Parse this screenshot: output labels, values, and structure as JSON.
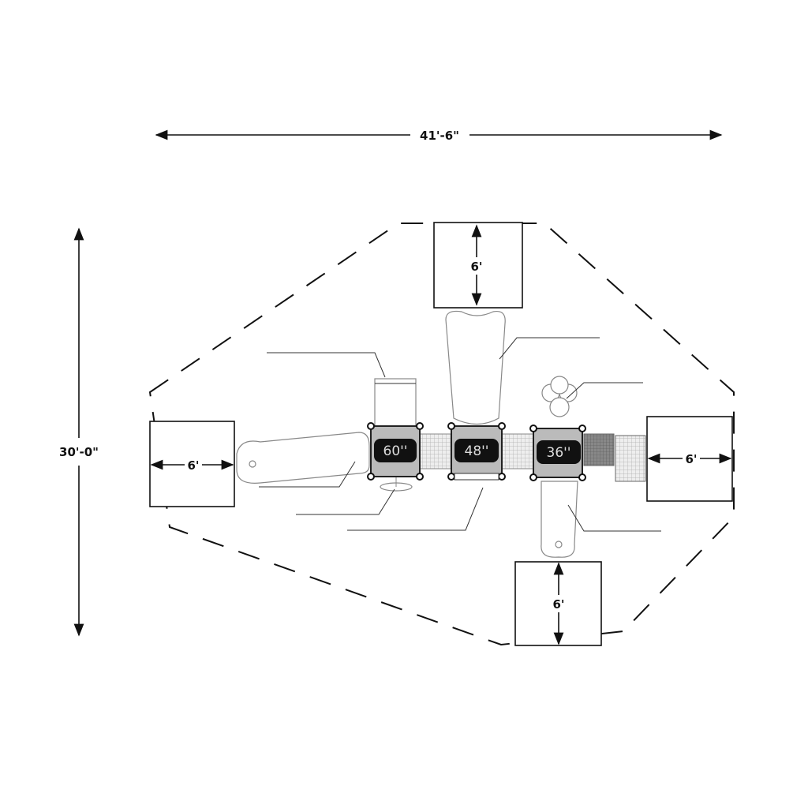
{
  "dimensions": {
    "overall_width": "41'-6\"",
    "overall_depth": "30'-0\""
  },
  "use_zones": [
    {
      "id": "top",
      "label": "6'"
    },
    {
      "id": "left",
      "label": "6'"
    },
    {
      "id": "right",
      "label": "6'"
    },
    {
      "id": "bottom",
      "label": "6'"
    }
  ],
  "decks": [
    {
      "label": "60''"
    },
    {
      "label": "48''"
    },
    {
      "label": "36''"
    }
  ],
  "colors": {
    "line": "#111111",
    "deck_label_bg": "#111111",
    "component": "#888888"
  }
}
